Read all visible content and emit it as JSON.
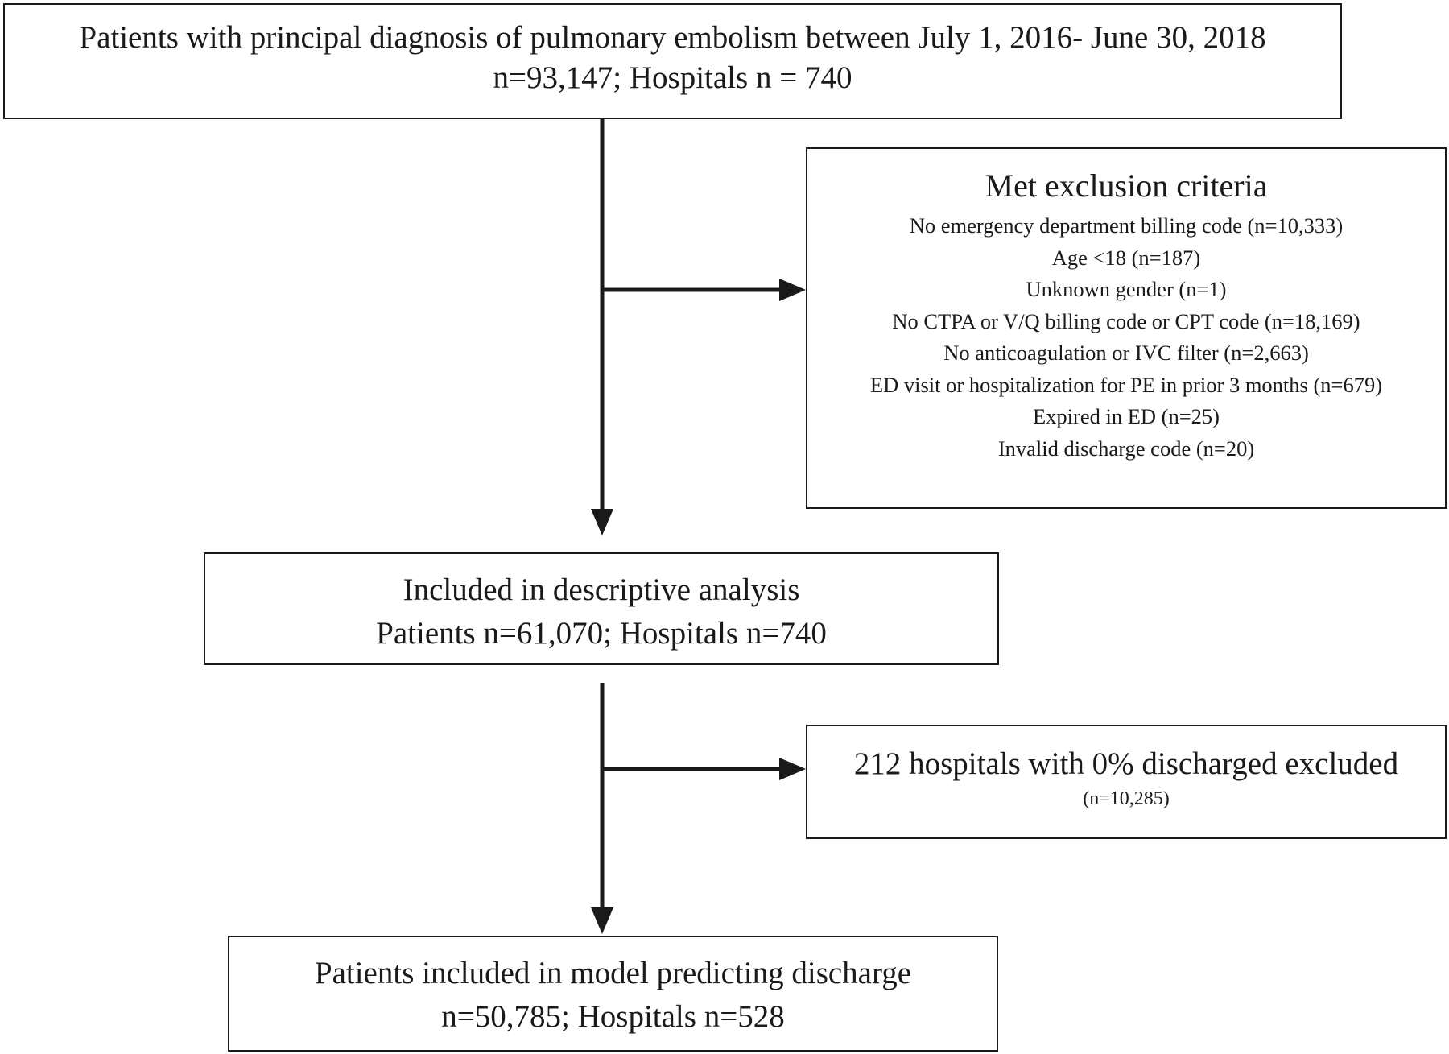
{
  "flowchart": {
    "top_box": {
      "line1": "Patients with principal diagnosis of pulmonary embolism between July 1, 2016- June 30, 2018",
      "line2": "n=93,147; Hospitals n = 740"
    },
    "exclusion_box": {
      "title": "Met exclusion criteria",
      "items": [
        "No emergency department billing code (n=10,333)",
        "Age <18 (n=187)",
        "Unknown gender (n=1)",
        "No CTPA or V/Q billing code or CPT code (n=18,169)",
        "No anticoagulation or IVC filter (n=2,663)",
        "ED visit or hospitalization for PE in prior 3 months (n=679)",
        "Expired in ED (n=25)",
        "Invalid discharge code (n=20)"
      ]
    },
    "descriptive_box": {
      "line1": "Included in descriptive analysis",
      "line2": "Patients n=61,070; Hospitals n=740"
    },
    "hospital_exclusion_box": {
      "line1": "212 hospitals with 0% discharged excluded",
      "line2": "(n=10,285)"
    },
    "model_box": {
      "line1": "Patients included in model predicting discharge",
      "line2": "n=50,785; Hospitals n=528"
    }
  }
}
